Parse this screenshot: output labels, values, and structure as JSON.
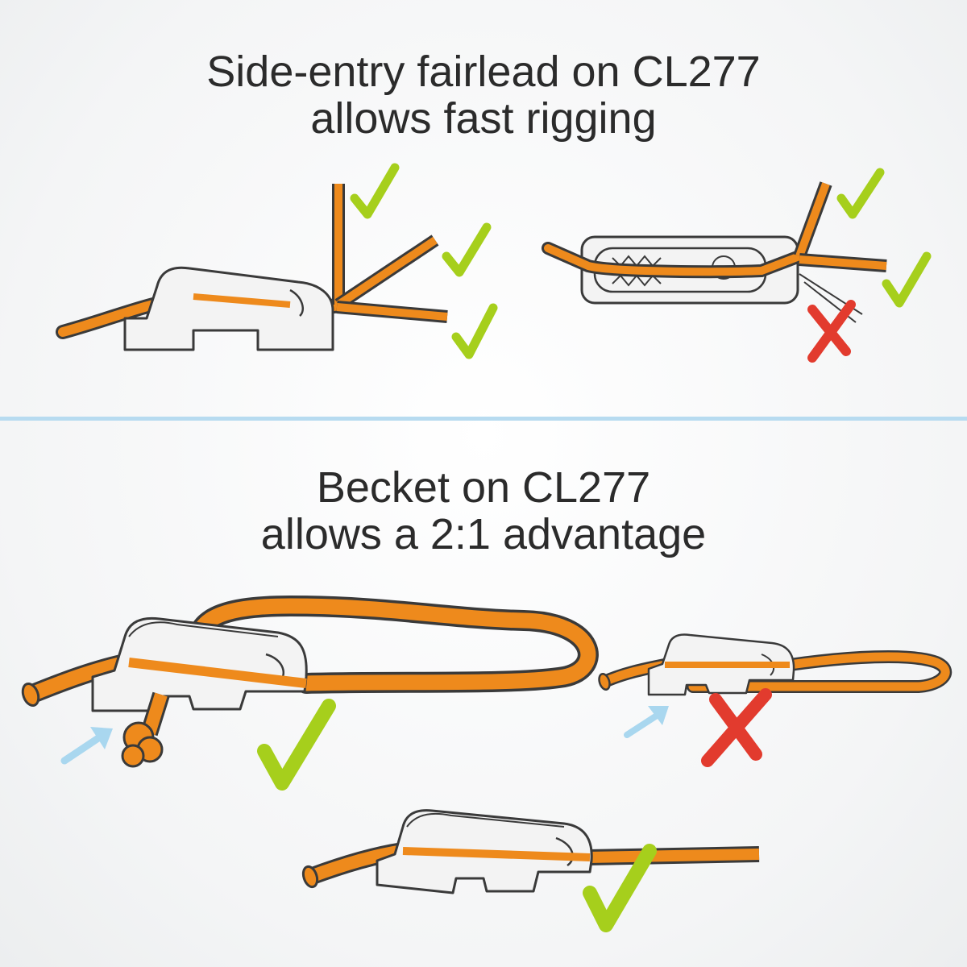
{
  "sections": [
    {
      "title_line1": "Side-entry fairlead on CL277",
      "title_line2": "allows fast rigging"
    },
    {
      "title_line1": "Becket on CL277",
      "title_line2": "allows a 2:1 advantage"
    }
  ],
  "colors": {
    "rope": "#ee8a1c",
    "cleat_fill": "#f3f3f3",
    "outline": "#3a3a3a",
    "check": "#a6cf1c",
    "cross": "#e23b2e",
    "arrow": "#a9d7ef",
    "divider": "#b7dbf0"
  },
  "icons": [
    "check-mark-icon",
    "cross-mark-icon",
    "arrow-icon"
  ]
}
